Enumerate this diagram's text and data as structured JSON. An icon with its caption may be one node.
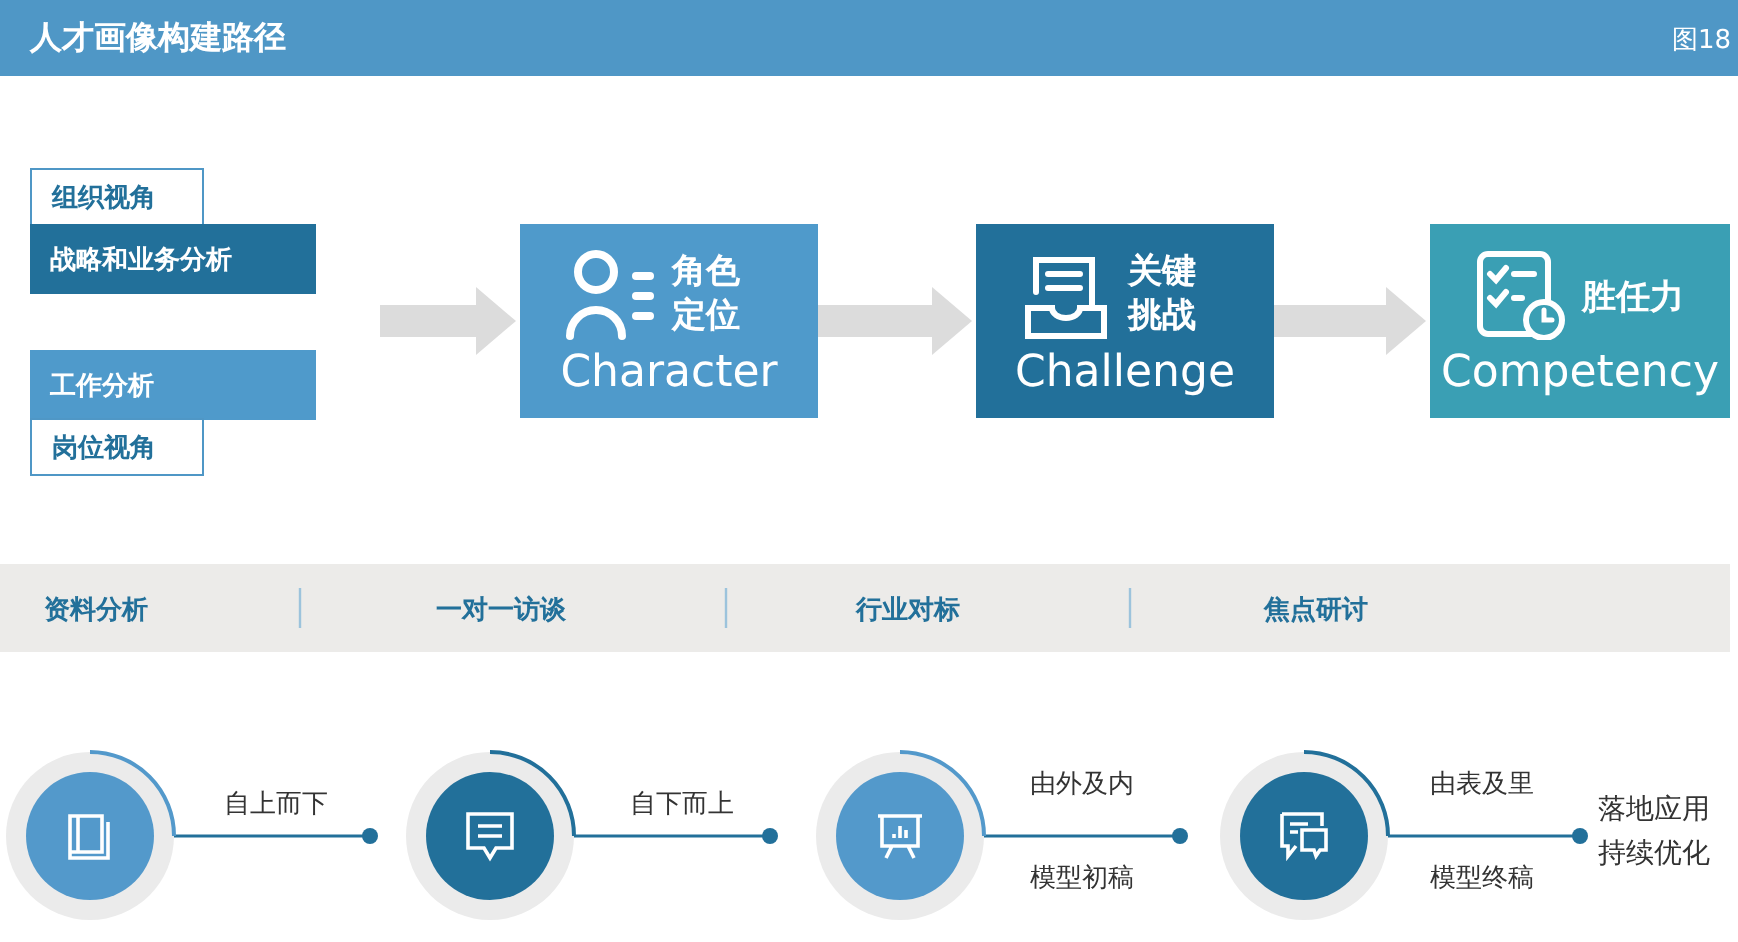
{
  "diagram": {
    "title": "人才画像构建路径",
    "nodes": [
      {
        "text": [
          "组织视角"
        ]
      },
      {
        "text": [
          "战略和业务分析"
        ]
      },
      {
        "text": [
          "工作分析"
        ]
      },
      {
        "text": [
          "岗位视角"
        ]
      },
      {
        "text": [
          "角色定位",
          "Character"
        ]
      },
      {
        "text": [
          "关键挑战",
          "Challenge"
        ]
      },
      {
        "text": [
          "胜任力",
          "Competency"
        ]
      }
    ],
    "edges": [
      {
        "from": null,
        "to": 4,
        "arrow": "to"
      },
      {
        "from": 4,
        "to": 5,
        "arrow": "to"
      },
      {
        "from": 5,
        "to": 6,
        "arrow": "to"
      }
    ],
    "labels": [
      "图18",
      "资料分析",
      "一对一访谈",
      "行业对标",
      "焦点研讨",
      "自上而下",
      "自下而上",
      "由外及内",
      "模型初稿",
      "由表及里",
      "模型终稿",
      "落地应用持续优化"
    ]
  }
}
